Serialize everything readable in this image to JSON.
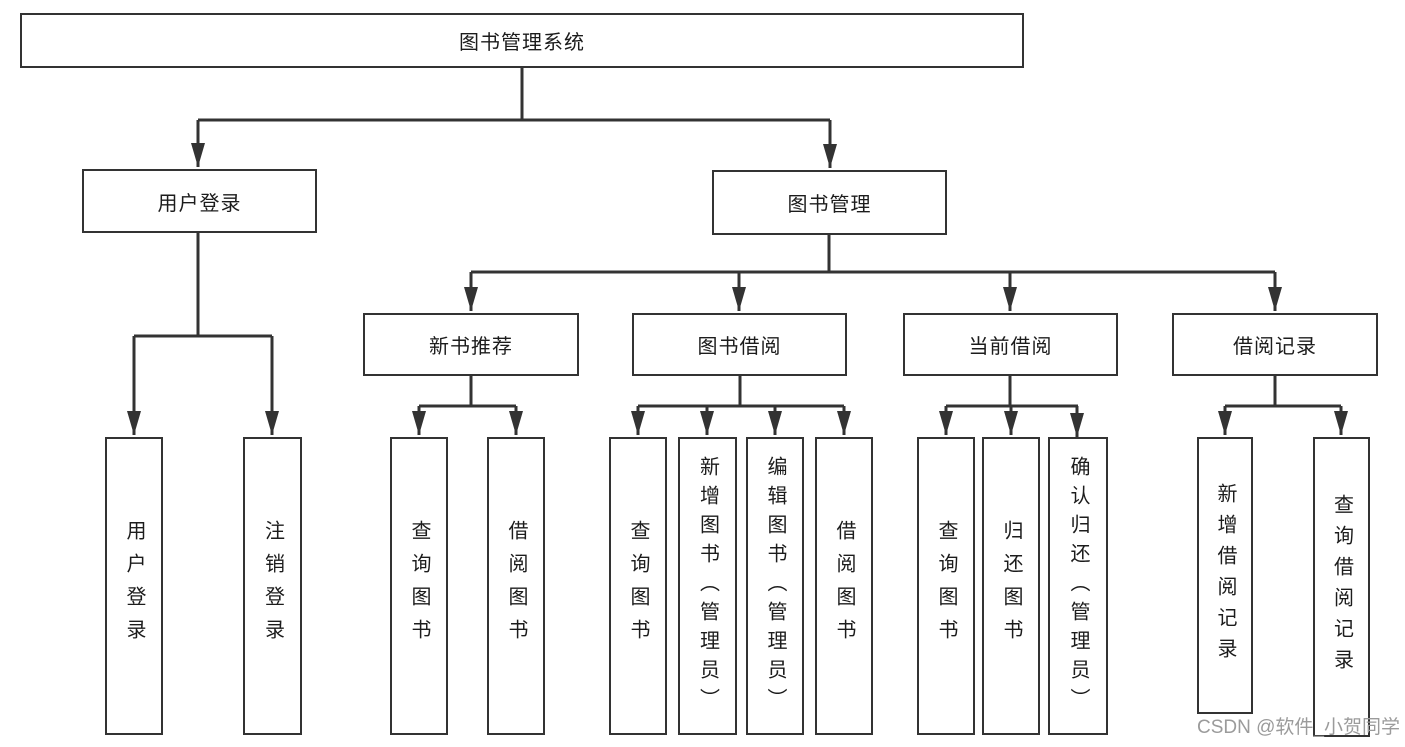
{
  "diagram": {
    "root": {
      "label": "图书管理系统"
    },
    "level2": [
      {
        "label": "用户登录"
      },
      {
        "label": "图书管理"
      }
    ],
    "level3": [
      {
        "label": "新书推荐"
      },
      {
        "label": "图书借阅"
      },
      {
        "label": "当前借阅"
      },
      {
        "label": "借阅记录"
      }
    ],
    "leaves": [
      {
        "label": "用户登录"
      },
      {
        "label": "注销登录"
      },
      {
        "label": "查询图书"
      },
      {
        "label": "借阅图书"
      },
      {
        "label": "查询图书"
      },
      {
        "label": "新增图书（管理员）"
      },
      {
        "label": "编辑图书（管理员）"
      },
      {
        "label": "借阅图书"
      },
      {
        "label": "查询图书"
      },
      {
        "label": "归还图书"
      },
      {
        "label": "确认归还（管理员）"
      },
      {
        "label": "新增借阅记录"
      },
      {
        "label": "查询借阅记录"
      }
    ]
  },
  "watermark": {
    "text": "CSDN @软件_小贺同学"
  },
  "colors": {
    "bg": "#ffffff",
    "line": "#333333",
    "text": "#1c1c1c",
    "watermark": "#9b9b9b"
  }
}
